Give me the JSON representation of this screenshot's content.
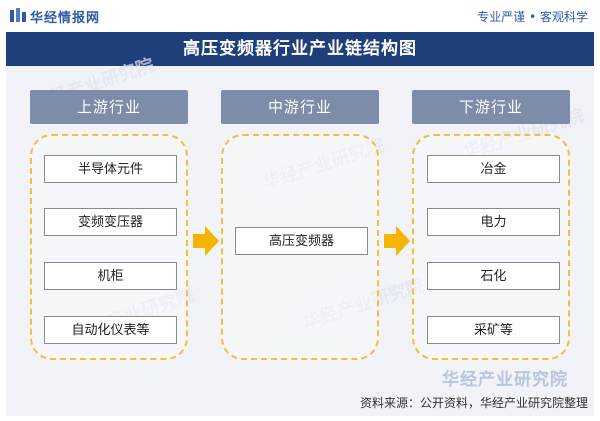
{
  "header": {
    "brand": "华经情报网",
    "slogan": "专业严谨 • 客观科学"
  },
  "title": "高压变频器行业产业链结构图",
  "columns": {
    "upstream": {
      "label": "上游行业",
      "items": [
        "半导体元件",
        "变频变压器",
        "机柜",
        "自动化仪表等"
      ]
    },
    "midstream": {
      "label": "中游行业",
      "items": [
        "高压变频器"
      ]
    },
    "downstream": {
      "label": "下游行业",
      "items": [
        "冶金",
        "电力",
        "石化",
        "采矿等"
      ]
    }
  },
  "watermark": "华经产业研究院",
  "source": "资料来源：公开资料，华经产业研究院整理",
  "colors": {
    "title_band": "#1f3f7a",
    "column_header": "#7d8ca8",
    "dashed_border": "#f2c037",
    "arrow": "#f5b400"
  },
  "icons": [
    "logo-icon",
    "arrow-right-icon"
  ]
}
